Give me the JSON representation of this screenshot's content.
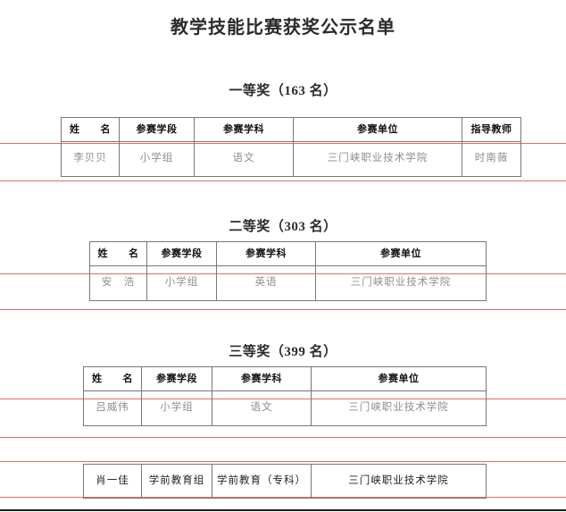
{
  "document": {
    "title": "教学技能比赛获奖公示名单"
  },
  "sections": [
    {
      "heading": "一等奖（163 名）",
      "columns": [
        "姓　　名",
        "参赛学段",
        "参赛学科",
        "参赛单位",
        "指导教师"
      ],
      "rows": [
        [
          "李贝贝",
          "小学组",
          "语文",
          "三门峡职业技术学院",
          "时南薇"
        ]
      ]
    },
    {
      "heading": "二等奖（303 名）",
      "columns": [
        "姓　　名",
        "参赛学段",
        "参赛学科",
        "参赛单位"
      ],
      "rows": [
        [
          "安　浩",
          "小学组",
          "英语",
          "三门峡职业技术学院"
        ]
      ]
    },
    {
      "heading": "三等奖（399 名）",
      "columns": [
        "姓　　名",
        "参赛学段",
        "参赛学科",
        "参赛单位"
      ],
      "rows": [
        [
          "吕威伟",
          "小学组",
          "语文",
          "三门峡职业技术学院"
        ]
      ]
    }
  ],
  "trailing_row": {
    "cells": [
      "肖一佳",
      "学前教育组",
      "学前教育（专科）",
      "三门峡职业技术学院"
    ]
  },
  "colors": {
    "rule_red": "#e36a6a",
    "rule_black": "#1d1d1d",
    "header_text": "#111111",
    "data_text": "#8d8d8d",
    "border_gray": "#777777"
  }
}
